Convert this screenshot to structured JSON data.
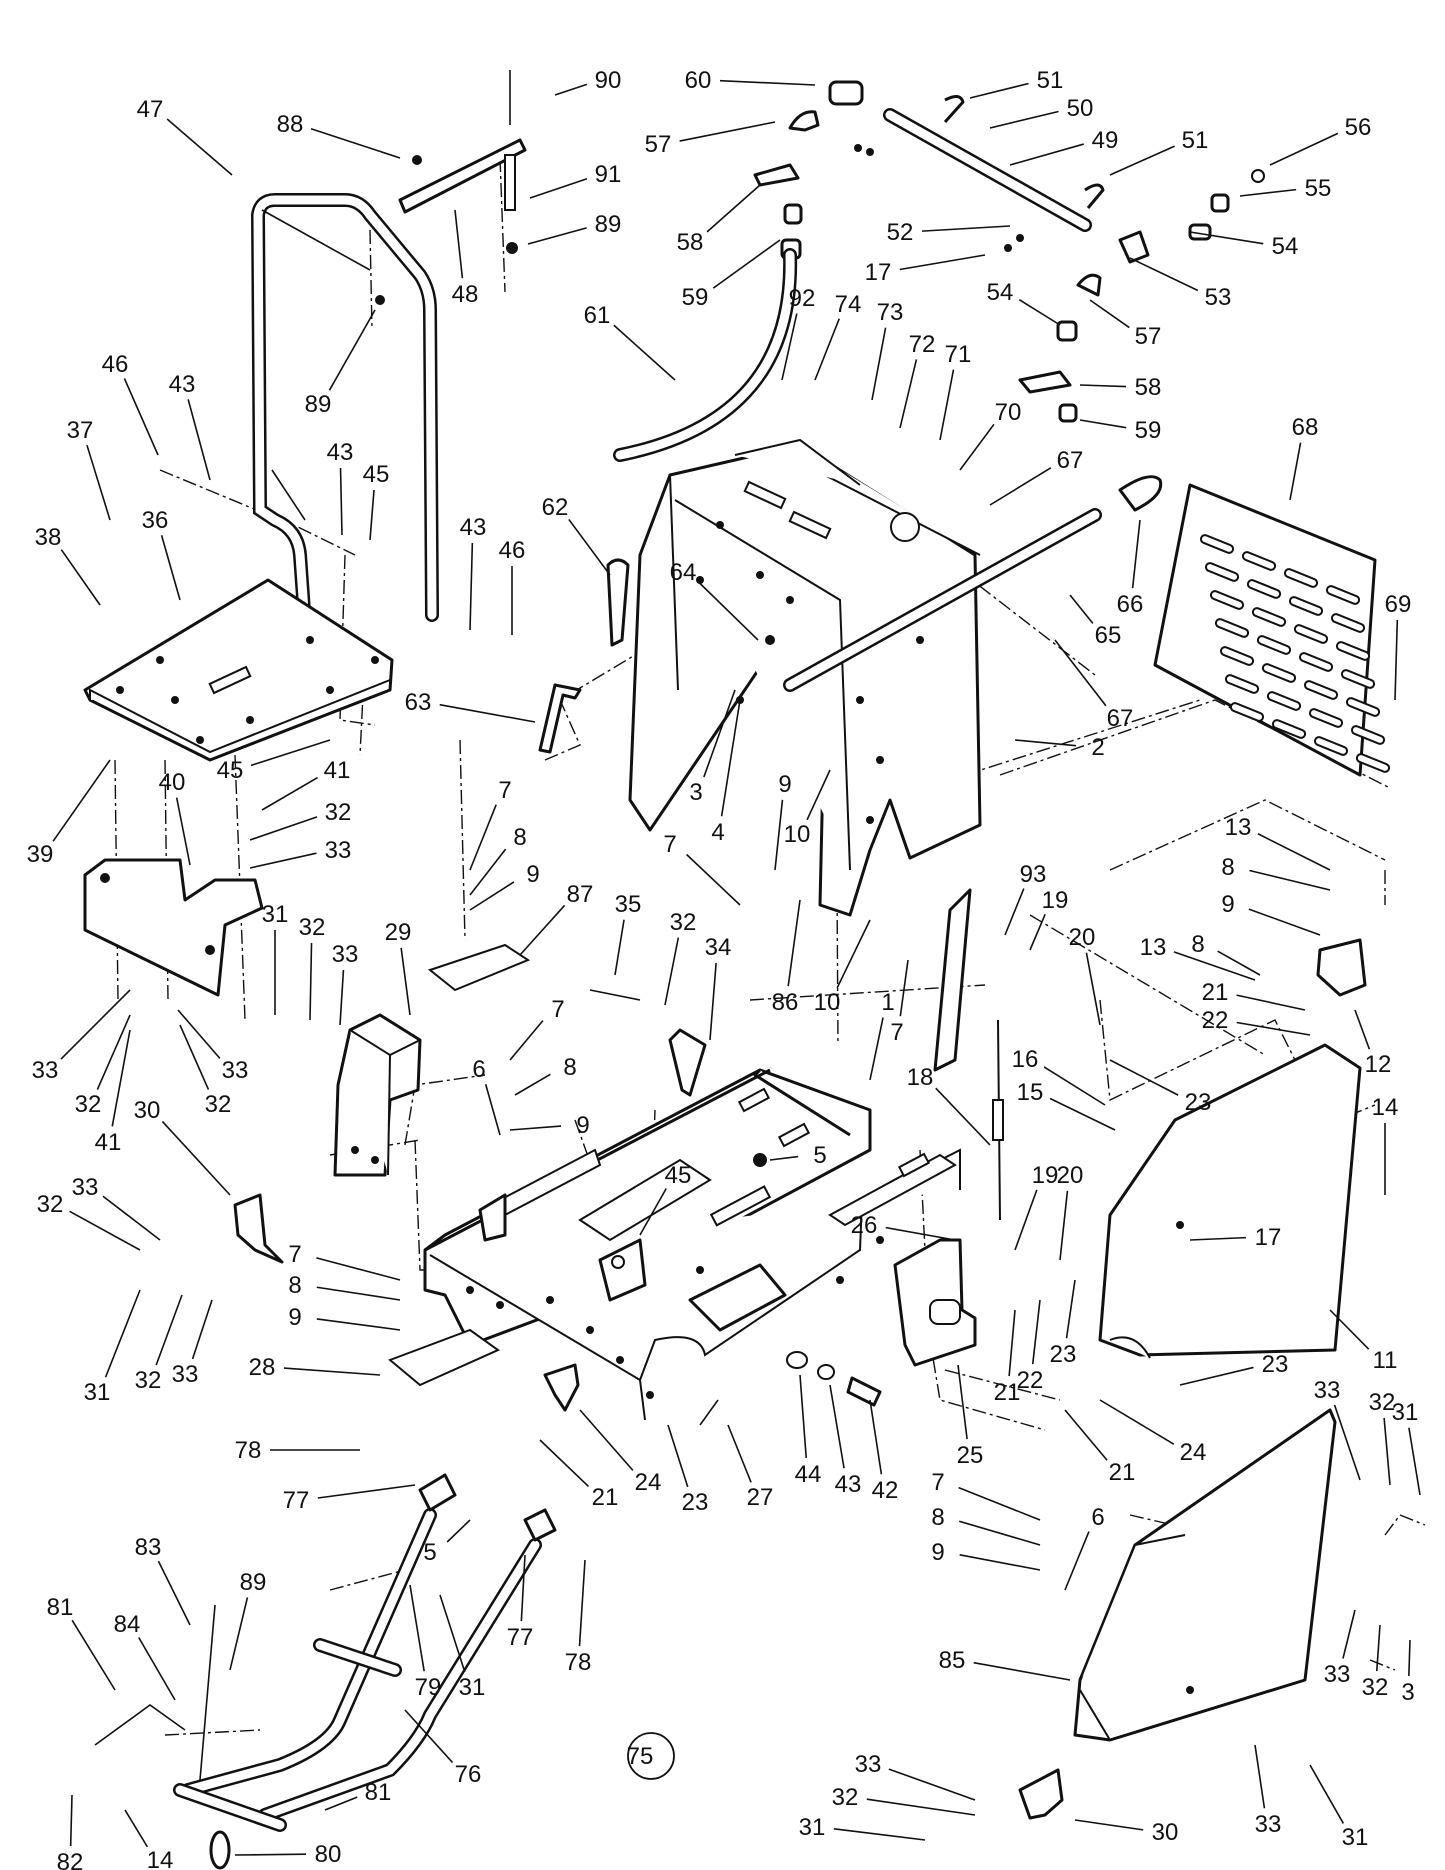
{
  "callouts": [
    {
      "id": "c90",
      "text": "90"
    },
    {
      "id": "c60",
      "text": "60"
    },
    {
      "id": "c51a",
      "text": "51"
    },
    {
      "id": "c47",
      "text": "47"
    },
    {
      "id": "c88",
      "text": "88"
    },
    {
      "id": "c50",
      "text": "50"
    },
    {
      "id": "c57a",
      "text": "57"
    },
    {
      "id": "c49",
      "text": "49"
    },
    {
      "id": "c56",
      "text": "56"
    },
    {
      "id": "c91",
      "text": "91"
    },
    {
      "id": "c51b",
      "text": "51"
    },
    {
      "id": "c58a",
      "text": "58"
    },
    {
      "id": "c55",
      "text": "55"
    },
    {
      "id": "c89a",
      "text": "89"
    },
    {
      "id": "c52",
      "text": "52"
    },
    {
      "id": "c54a",
      "text": "54"
    },
    {
      "id": "c17a",
      "text": "17"
    },
    {
      "id": "c48",
      "text": "48"
    },
    {
      "id": "c53",
      "text": "53"
    },
    {
      "id": "c59a",
      "text": "59"
    },
    {
      "id": "c92",
      "text": "92"
    },
    {
      "id": "c74",
      "text": "74"
    },
    {
      "id": "c73",
      "text": "73"
    },
    {
      "id": "c54b",
      "text": "54"
    },
    {
      "id": "c61",
      "text": "61"
    },
    {
      "id": "c57b",
      "text": "57"
    },
    {
      "id": "c72",
      "text": "72"
    },
    {
      "id": "c71",
      "text": "71"
    },
    {
      "id": "c46a",
      "text": "46"
    },
    {
      "id": "c43a",
      "text": "43"
    },
    {
      "id": "c58b",
      "text": "58"
    },
    {
      "id": "c89b",
      "text": "89"
    },
    {
      "id": "c70",
      "text": "70"
    },
    {
      "id": "c59b",
      "text": "59"
    },
    {
      "id": "c68",
      "text": "68"
    },
    {
      "id": "c37",
      "text": "37"
    },
    {
      "id": "c43b",
      "text": "43"
    },
    {
      "id": "c45a",
      "text": "45"
    },
    {
      "id": "c67a",
      "text": "67"
    },
    {
      "id": "c38",
      "text": "38"
    },
    {
      "id": "c36",
      "text": "36"
    },
    {
      "id": "c43c",
      "text": "43"
    },
    {
      "id": "c62",
      "text": "62"
    },
    {
      "id": "c46b",
      "text": "46"
    },
    {
      "id": "c64",
      "text": "64"
    },
    {
      "id": "c66",
      "text": "66"
    },
    {
      "id": "c69",
      "text": "69"
    },
    {
      "id": "c65",
      "text": "65"
    },
    {
      "id": "c63",
      "text": "63"
    },
    {
      "id": "c67b",
      "text": "67"
    },
    {
      "id": "c45b",
      "text": "45"
    },
    {
      "id": "c41a",
      "text": "41"
    },
    {
      "id": "c2",
      "text": "2"
    },
    {
      "id": "c40",
      "text": "40"
    },
    {
      "id": "c7a",
      "text": "7"
    },
    {
      "id": "c9a",
      "text": "9"
    },
    {
      "id": "c32a",
      "text": "32"
    },
    {
      "id": "c3",
      "text": "3"
    },
    {
      "id": "c4",
      "text": "4"
    },
    {
      "id": "c39",
      "text": "39"
    },
    {
      "id": "c33a",
      "text": "33"
    },
    {
      "id": "c10a",
      "text": "10"
    },
    {
      "id": "c13a",
      "text": "13"
    },
    {
      "id": "c8a",
      "text": "8"
    },
    {
      "id": "c7b",
      "text": "7"
    },
    {
      "id": "c9b",
      "text": "9"
    },
    {
      "id": "c87",
      "text": "87"
    },
    {
      "id": "c35",
      "text": "35"
    },
    {
      "id": "c93",
      "text": "93"
    },
    {
      "id": "c8b",
      "text": "8"
    },
    {
      "id": "c9c",
      "text": "9"
    },
    {
      "id": "c31a",
      "text": "31"
    },
    {
      "id": "c32b",
      "text": "32"
    },
    {
      "id": "c33b",
      "text": "33"
    },
    {
      "id": "c29",
      "text": "29"
    },
    {
      "id": "c32c",
      "text": "32"
    },
    {
      "id": "c34",
      "text": "34"
    },
    {
      "id": "c19a",
      "text": "19"
    },
    {
      "id": "c20a",
      "text": "20"
    },
    {
      "id": "c8c",
      "text": "8"
    },
    {
      "id": "c13b",
      "text": "13"
    },
    {
      "id": "c86",
      "text": "86"
    },
    {
      "id": "c10b",
      "text": "10"
    },
    {
      "id": "c21a",
      "text": "21"
    },
    {
      "id": "c22a",
      "text": "22"
    },
    {
      "id": "c1",
      "text": "1"
    },
    {
      "id": "c12",
      "text": "12"
    },
    {
      "id": "c7c",
      "text": "7"
    },
    {
      "id": "c7d",
      "text": "7"
    },
    {
      "id": "c8d",
      "text": "8"
    },
    {
      "id": "c33c",
      "text": "33"
    },
    {
      "id": "c33d",
      "text": "33"
    },
    {
      "id": "c23a",
      "text": "23"
    },
    {
      "id": "c6a",
      "text": "6"
    },
    {
      "id": "c18",
      "text": "18"
    },
    {
      "id": "c16",
      "text": "16"
    },
    {
      "id": "c32d",
      "text": "32"
    },
    {
      "id": "c32e",
      "text": "32"
    },
    {
      "id": "c41b",
      "text": "41"
    },
    {
      "id": "c9d",
      "text": "9"
    },
    {
      "id": "c14a",
      "text": "14"
    },
    {
      "id": "c15",
      "text": "15"
    },
    {
      "id": "c30a",
      "text": "30"
    },
    {
      "id": "c5a",
      "text": "5"
    },
    {
      "id": "c19b",
      "text": "19"
    },
    {
      "id": "c20b",
      "text": "20"
    },
    {
      "id": "c45c",
      "text": "45"
    },
    {
      "id": "c33e",
      "text": "33"
    },
    {
      "id": "c32f",
      "text": "32"
    },
    {
      "id": "c17b",
      "text": "17"
    },
    {
      "id": "c26",
      "text": "26"
    },
    {
      "id": "c7e",
      "text": "7"
    },
    {
      "id": "c8e",
      "text": "8"
    },
    {
      "id": "c9e",
      "text": "9"
    },
    {
      "id": "c28",
      "text": "28"
    },
    {
      "id": "c31b",
      "text": "31"
    },
    {
      "id": "c32g",
      "text": "32"
    },
    {
      "id": "c33f",
      "text": "33"
    },
    {
      "id": "c21b",
      "text": "21"
    },
    {
      "id": "c22b",
      "text": "22"
    },
    {
      "id": "c23b",
      "text": "23"
    },
    {
      "id": "c23c",
      "text": "23"
    },
    {
      "id": "c11",
      "text": "11"
    },
    {
      "id": "c33g",
      "text": "33"
    },
    {
      "id": "c32h",
      "text": "32"
    },
    {
      "id": "c31c",
      "text": "31"
    },
    {
      "id": "c24a",
      "text": "24"
    },
    {
      "id": "c24b",
      "text": "24"
    },
    {
      "id": "c25",
      "text": "25"
    },
    {
      "id": "c44",
      "text": "44"
    },
    {
      "id": "c43d",
      "text": "43"
    },
    {
      "id": "c42",
      "text": "42"
    },
    {
      "id": "c21c",
      "text": "21"
    },
    {
      "id": "c23d",
      "text": "23"
    },
    {
      "id": "c27",
      "text": "27"
    },
    {
      "id": "c21d",
      "text": "21"
    },
    {
      "id": "c78a",
      "text": "78"
    },
    {
      "id": "c77a",
      "text": "77"
    },
    {
      "id": "c5b",
      "text": "5"
    },
    {
      "id": "c7f",
      "text": "7"
    },
    {
      "id": "c8f",
      "text": "8"
    },
    {
      "id": "c9f",
      "text": "9"
    },
    {
      "id": "c6b",
      "text": "6"
    },
    {
      "id": "c83",
      "text": "83"
    },
    {
      "id": "c89c",
      "text": "89"
    },
    {
      "id": "c81a",
      "text": "81"
    },
    {
      "id": "c84",
      "text": "84"
    },
    {
      "id": "c77b",
      "text": "77"
    },
    {
      "id": "c78b",
      "text": "78"
    },
    {
      "id": "c79",
      "text": "79"
    },
    {
      "id": "c31d",
      "text": "31"
    },
    {
      "id": "c85",
      "text": "85"
    },
    {
      "id": "c33h",
      "text": "33"
    },
    {
      "id": "c32i",
      "text": "32"
    },
    {
      "id": "c3x",
      "text": "3"
    },
    {
      "id": "c76",
      "text": "76"
    },
    {
      "id": "c75",
      "text": "75"
    },
    {
      "id": "c81b",
      "text": "81"
    },
    {
      "id": "c33i",
      "text": "33"
    },
    {
      "id": "c32j",
      "text": "32"
    },
    {
      "id": "c31e",
      "text": "31"
    },
    {
      "id": "c30b",
      "text": "30"
    },
    {
      "id": "c33j",
      "text": "33"
    },
    {
      "id": "c32k",
      "text": "32"
    },
    {
      "id": "c31f",
      "text": "31"
    },
    {
      "id": "c82",
      "text": "82"
    },
    {
      "id": "c14b",
      "text": "14"
    },
    {
      "id": "c80",
      "text": "80"
    }
  ]
}
